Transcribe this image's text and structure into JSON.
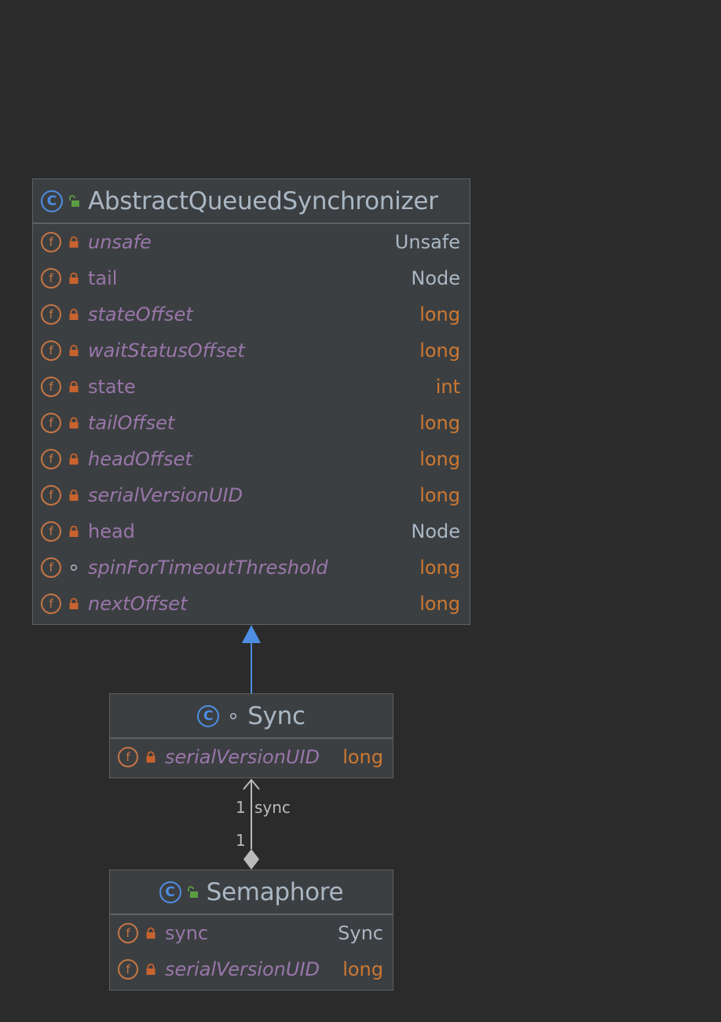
{
  "classes": {
    "aqs": {
      "name": "AbstractQueuedSynchronizer",
      "fields": [
        {
          "name": "unsafe",
          "type": "Unsafe",
          "italic": true,
          "visibility": "private",
          "type_kind": "ref"
        },
        {
          "name": "tail",
          "type": "Node",
          "italic": false,
          "visibility": "private",
          "type_kind": "ref"
        },
        {
          "name": "stateOffset",
          "type": "long",
          "italic": true,
          "visibility": "private",
          "type_kind": "prim"
        },
        {
          "name": "waitStatusOffset",
          "type": "long",
          "italic": true,
          "visibility": "private",
          "type_kind": "prim"
        },
        {
          "name": "state",
          "type": "int",
          "italic": false,
          "visibility": "private",
          "type_kind": "prim"
        },
        {
          "name": "tailOffset",
          "type": "long",
          "italic": true,
          "visibility": "private",
          "type_kind": "prim"
        },
        {
          "name": "headOffset",
          "type": "long",
          "italic": true,
          "visibility": "private",
          "type_kind": "prim"
        },
        {
          "name": "serialVersionUID",
          "type": "long",
          "italic": true,
          "visibility": "private",
          "type_kind": "prim"
        },
        {
          "name": "head",
          "type": "Node",
          "italic": false,
          "visibility": "private",
          "type_kind": "ref"
        },
        {
          "name": "spinForTimeoutThreshold",
          "type": "long",
          "italic": true,
          "visibility": "package",
          "type_kind": "prim"
        },
        {
          "name": "nextOffset",
          "type": "long",
          "italic": true,
          "visibility": "private",
          "type_kind": "prim"
        }
      ]
    },
    "sync": {
      "name": "Sync",
      "fields": [
        {
          "name": "serialVersionUID",
          "type": "long",
          "italic": true,
          "visibility": "private",
          "type_kind": "prim"
        }
      ]
    },
    "semaphore": {
      "name": "Semaphore",
      "fields": [
        {
          "name": "sync",
          "type": "Sync",
          "italic": false,
          "visibility": "private",
          "type_kind": "ref"
        },
        {
          "name": "serialVersionUID",
          "type": "long",
          "italic": true,
          "visibility": "private",
          "type_kind": "prim"
        }
      ]
    }
  },
  "relations": {
    "composition": {
      "role": "sync",
      "target_multiplicity": "1",
      "source_multiplicity": "1"
    }
  },
  "icons": {
    "field_letter": "f",
    "class_letter": "C"
  },
  "colors": {
    "background": "#2b2b2b",
    "box": "#3c3f41",
    "inheritance_arrow": "#4d8ee3",
    "field_name": "#9876aa",
    "primitive_type": "#cc7832",
    "reference_type": "#aab7c4",
    "lock": "#c8632f",
    "public_lock": "#5a9e44"
  }
}
